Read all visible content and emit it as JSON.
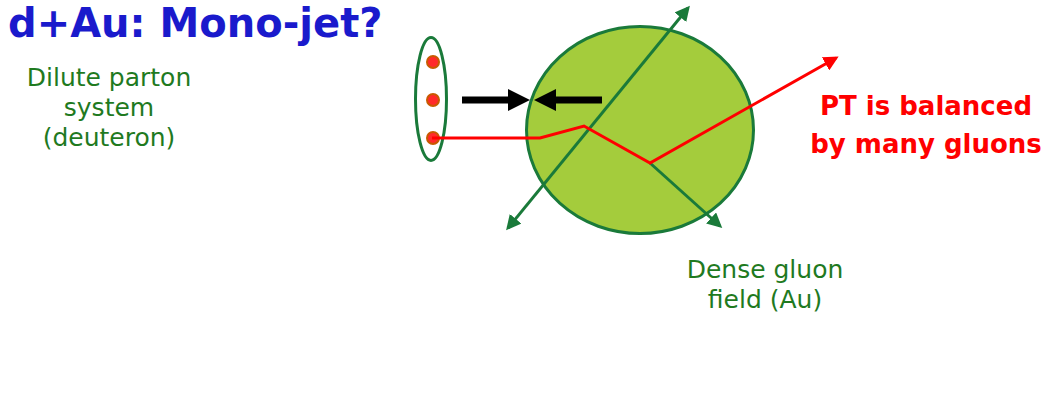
{
  "diagram": {
    "title": "d+Au: Mono-jet?",
    "nodes": [
      {
        "text": [
          "Dilute parton system (deuteron)"
        ]
      },
      {
        "text": [
          "Dense gluon field (Au)"
        ]
      }
    ],
    "labels": [
      "PT is balanced by many gluons"
    ]
  }
}
